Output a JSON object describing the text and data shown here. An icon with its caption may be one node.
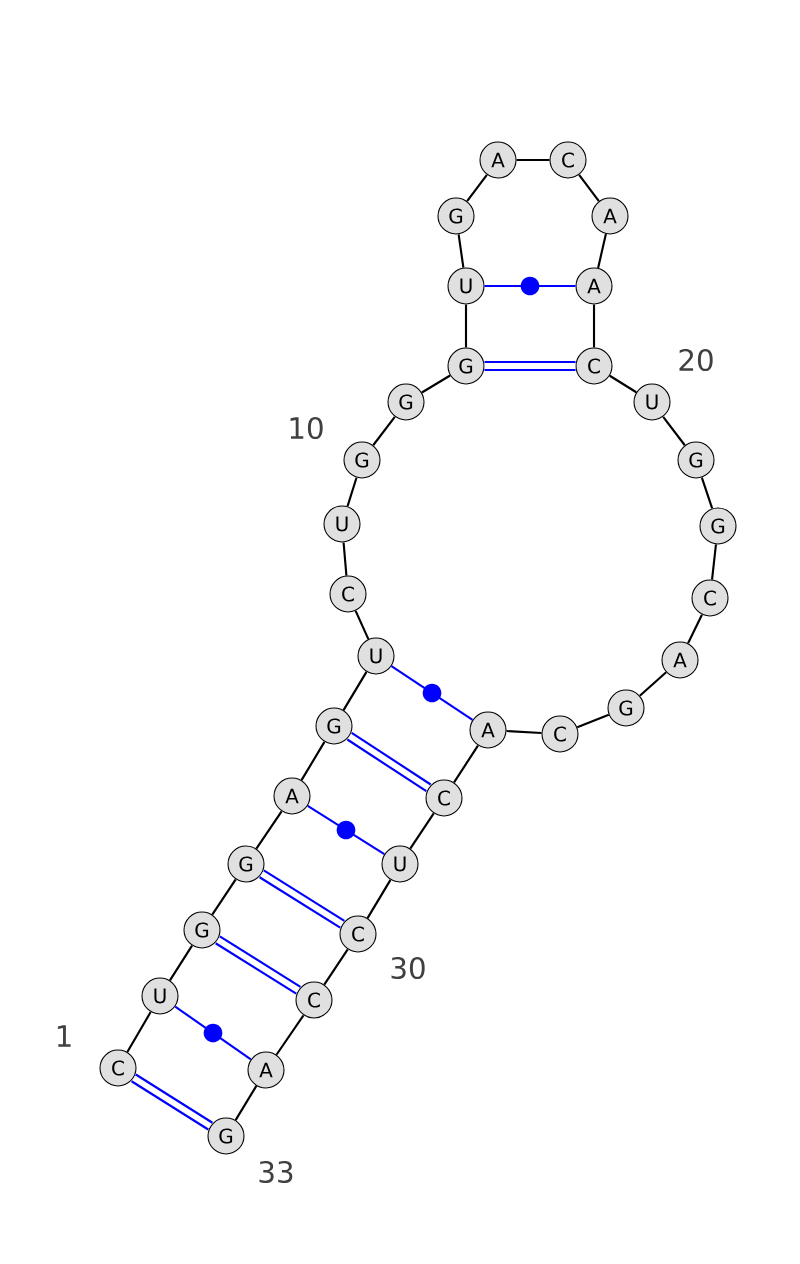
{
  "diagram": {
    "nodes": [
      {
        "text": [
          "C"
        ]
      },
      {
        "text": [
          "U"
        ]
      },
      {
        "text": [
          "G"
        ]
      },
      {
        "text": [
          "G"
        ]
      },
      {
        "text": [
          "A"
        ]
      },
      {
        "text": [
          "G"
        ]
      },
      {
        "text": [
          "U"
        ]
      },
      {
        "text": [
          "C"
        ]
      },
      {
        "text": [
          "U"
        ]
      },
      {
        "text": [
          "G"
        ]
      },
      {
        "text": [
          "G"
        ]
      },
      {
        "text": [
          "G"
        ]
      },
      {
        "text": [
          "U"
        ]
      },
      {
        "text": [
          "G"
        ]
      },
      {
        "text": [
          "A"
        ]
      },
      {
        "text": [
          "C"
        ]
      },
      {
        "text": [
          "A"
        ]
      },
      {
        "text": [
          "A"
        ]
      },
      {
        "text": [
          "C"
        ]
      },
      {
        "text": [
          "U"
        ]
      },
      {
        "text": [
          "G"
        ]
      },
      {
        "text": [
          "G"
        ]
      },
      {
        "text": [
          "C"
        ]
      },
      {
        "text": [
          "A"
        ]
      },
      {
        "text": [
          "G"
        ]
      },
      {
        "text": [
          "C"
        ]
      },
      {
        "text": [
          "A"
        ]
      },
      {
        "text": [
          "C"
        ]
      },
      {
        "text": [
          "U"
        ]
      },
      {
        "text": [
          "C"
        ]
      },
      {
        "text": [
          "C"
        ]
      },
      {
        "text": [
          "A"
        ]
      },
      {
        "text": [
          "G"
        ]
      }
    ],
    "edges": [
      {
        "from": 0,
        "to": 1,
        "arrow": "none"
      },
      {
        "from": 1,
        "to": 2,
        "arrow": "none"
      },
      {
        "from": 2,
        "to": 3,
        "arrow": "none"
      },
      {
        "from": 3,
        "to": 4,
        "arrow": "none"
      },
      {
        "from": 4,
        "to": 5,
        "arrow": "none"
      },
      {
        "from": 5,
        "to": 6,
        "arrow": "none"
      },
      {
        "from": 6,
        "to": 7,
        "arrow": "none"
      },
      {
        "from": 7,
        "to": 8,
        "arrow": "none"
      },
      {
        "from": 8,
        "to": 9,
        "arrow": "none"
      },
      {
        "from": 9,
        "to": 10,
        "arrow": "none"
      },
      {
        "from": 10,
        "to": 11,
        "arrow": "none"
      },
      {
        "from": 11,
        "to": 12,
        "arrow": "none"
      },
      {
        "from": 12,
        "to": 13,
        "arrow": "none"
      },
      {
        "from": 13,
        "to": 14,
        "arrow": "none"
      },
      {
        "from": 14,
        "to": 15,
        "arrow": "none"
      },
      {
        "from": 15,
        "to": 16,
        "arrow": "none"
      },
      {
        "from": 16,
        "to": 17,
        "arrow": "none"
      },
      {
        "from": 17,
        "to": 18,
        "arrow": "none"
      },
      {
        "from": 18,
        "to": 19,
        "arrow": "none"
      },
      {
        "from": 19,
        "to": 20,
        "arrow": "none"
      },
      {
        "from": 20,
        "to": 21,
        "arrow": "none"
      },
      {
        "from": 21,
        "to": 22,
        "arrow": "none"
      },
      {
        "from": 22,
        "to": 23,
        "arrow": "none"
      },
      {
        "from": 23,
        "to": 24,
        "arrow": "none"
      },
      {
        "from": 24,
        "to": 25,
        "arrow": "none"
      },
      {
        "from": 25,
        "to": 26,
        "arrow": "none"
      },
      {
        "from": 26,
        "to": 27,
        "arrow": "none"
      },
      {
        "from": 27,
        "to": 28,
        "arrow": "none"
      },
      {
        "from": 28,
        "to": 29,
        "arrow": "none"
      },
      {
        "from": 29,
        "to": 30,
        "arrow": "none"
      },
      {
        "from": 30,
        "to": 31,
        "arrow": "none"
      },
      {
        "from": 31,
        "to": 32,
        "arrow": "none"
      },
      {
        "from": 0,
        "to": 32,
        "arrow": "none",
        "style": "thick",
        "color": "#0000ff"
      },
      {
        "from": 1,
        "to": 31,
        "arrow": "none",
        "color": "#0000ff"
      },
      {
        "from": 2,
        "to": 30,
        "arrow": "none",
        "style": "thick",
        "color": "#0000ff"
      },
      {
        "from": 3,
        "to": 29,
        "arrow": "none",
        "style": "thick",
        "color": "#0000ff"
      },
      {
        "from": 4,
        "to": 28,
        "arrow": "none",
        "color": "#0000ff"
      },
      {
        "from": 5,
        "to": 27,
        "arrow": "none",
        "style": "thick",
        "color": "#0000ff"
      },
      {
        "from": 6,
        "to": 26,
        "arrow": "none",
        "color": "#0000ff"
      },
      {
        "from": 11,
        "to": 18,
        "arrow": "none",
        "style": "thick",
        "color": "#0000ff"
      },
      {
        "from": 12,
        "to": 17,
        "arrow": "none",
        "color": "#0000ff"
      }
    ],
    "labels": [
      "1",
      "10",
      "20",
      "30",
      "33"
    ]
  }
}
